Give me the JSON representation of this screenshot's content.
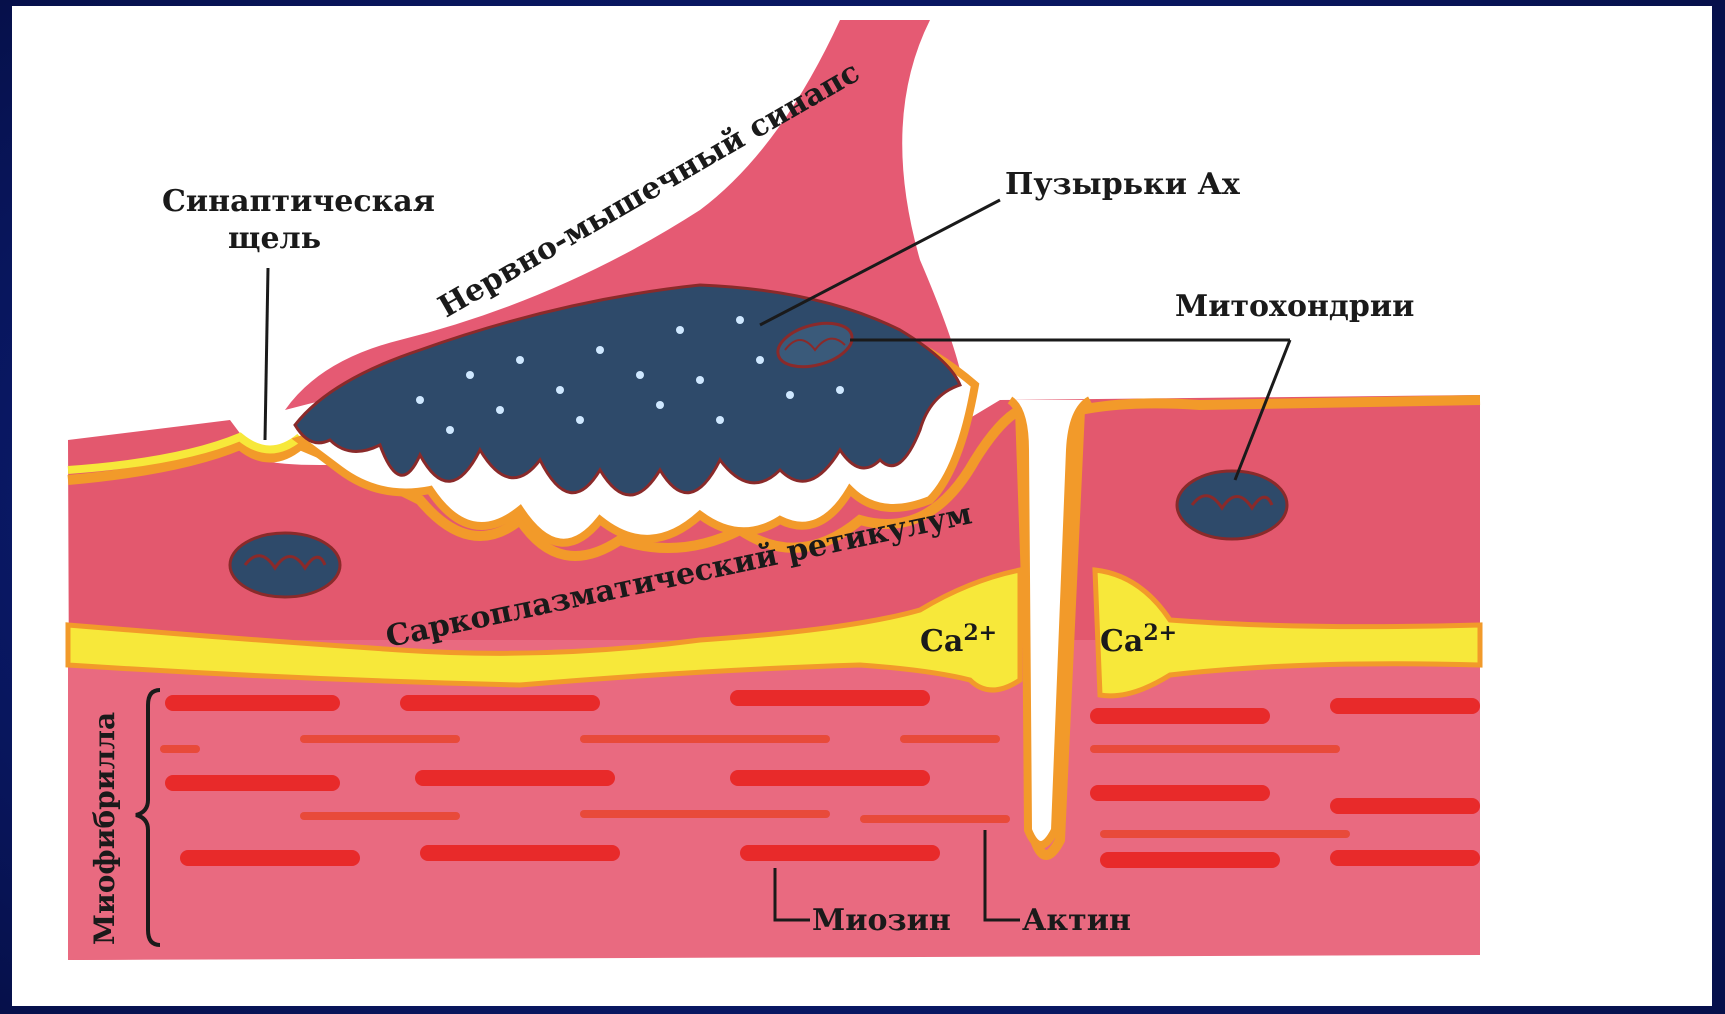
{
  "labels": {
    "synaptic_cleft_line1": "Синаптическая",
    "synaptic_cleft_line2": "щель",
    "nm_synapse": "Нервно-мышечный синапс",
    "vesicles": "Пузырьки Ах",
    "mitochondria": "Митохондрии",
    "sarcoplasmic_reticulum": "Саркоплазматический ретикулум",
    "ca_ion": "Ca",
    "ca_charge": "2+",
    "myofibril": "Миофибрилла",
    "myosin": "Миозин",
    "actin": "Актин"
  },
  "colors": {
    "muscle": "#e3586e",
    "muscle_light": "#ee8aa0",
    "nerve": "#e55a73",
    "terminal": "#2e4a6a",
    "membrane_orange": "#f29a2a",
    "reticulum_yellow": "#f7e83a",
    "filament_red": "#e82a2a",
    "slide_bg": "#0a1a6b"
  }
}
